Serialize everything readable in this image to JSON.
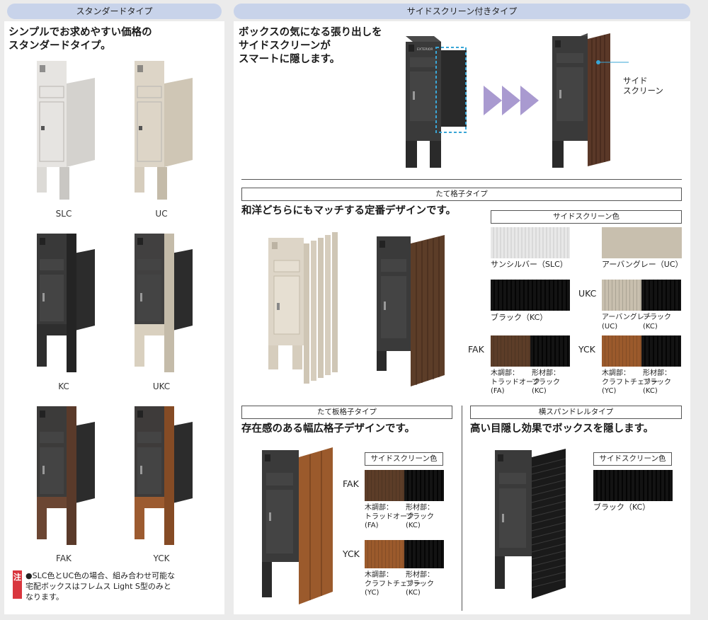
{
  "left": {
    "header": "スタンダードタイプ",
    "lead": [
      "シンプルでお求めやすい価格の",
      "スタンダードタイプ。"
    ],
    "products": [
      {
        "code": "SLC",
        "body": "#e6e4e1",
        "side": "#d4d2ce",
        "post": "#dcdad6",
        "post_side": "#c9c7c3",
        "screen": ""
      },
      {
        "code": "UC",
        "body": "#ddd5c7",
        "side": "#cfc6b5",
        "post": "#d6cdbd",
        "post_side": "#c4bba9",
        "screen": ""
      },
      {
        "code": "KC",
        "body": "#3a3a3a",
        "side": "#2c2c2c",
        "post": "#2e2e2e",
        "post_side": "#242424",
        "screen": ""
      },
      {
        "code": "UKC",
        "body": "#3a3a3a",
        "side": "#2c2c2c",
        "post": "#d9d0bf",
        "post_side": "#c4bba9",
        "screen": ""
      },
      {
        "code": "FAK",
        "body": "#3a3a3a",
        "side": "#2c2c2c",
        "post": "#6b4633",
        "post_side": "#5a3a2a",
        "screen": ""
      },
      {
        "code": "YCK",
        "body": "#3a3a3a",
        "side": "#2c2c2c",
        "post": "#9c5b30",
        "post_side": "#854b25",
        "screen": ""
      }
    ],
    "note_mark": "注",
    "note": [
      "●SLC色とUC色の場合、組み合わせ可能な",
      "宅配ボックスはフレムス Light S型のみと",
      "なります。"
    ]
  },
  "right": {
    "header": "サイドスクリーン付きタイプ",
    "lead": [
      "ボックスの気になる張り出しを",
      "サイドスクリーンが",
      "スマートに隠します。"
    ],
    "callout": [
      "サイド",
      "スクリーン"
    ],
    "logo_text": "EXTERIOR",
    "vertical_lattice": {
      "title": "たて格子タイプ",
      "lead": "和洋どちらにもマッチする定番デザインです。",
      "color_title": "サイドスクリーン色",
      "colors": [
        {
          "name": "サンシルバー（SLC）",
          "color": "#e2e2e2"
        },
        {
          "name": "アーバングレー（UC）",
          "color": "#c8bfae"
        },
        {
          "name": "ブラック（KC）",
          "color": "#111111"
        }
      ],
      "combos": [
        {
          "code": "UKC",
          "left_color": "#c8bfae",
          "right_color": "#111111",
          "left_label": [
            "アーバングレー",
            "(UC)"
          ],
          "right_label": [
            "ブラック",
            "(KC)"
          ]
        },
        {
          "code": "FAK",
          "left_color": "#5c3d28",
          "right_color": "#111111",
          "left_label": [
            "木調部：",
            "トラッドオーク",
            "(FA)"
          ],
          "right_label": [
            "形材部：",
            "ブラック",
            "(KC)"
          ]
        },
        {
          "code": "YCK",
          "left_color": "#9b5a2c",
          "right_color": "#111111",
          "left_label": [
            "木調部：",
            "クラフトチェリー",
            "(YC)"
          ],
          "right_label": [
            "形材部：",
            "ブラック",
            "(KC)"
          ]
        }
      ]
    },
    "board_lattice": {
      "title": "たて板格子タイプ",
      "lead": "存在感のある幅広格子デザインです。",
      "color_title": "サイドスクリーン色",
      "combos": [
        {
          "code": "FAK",
          "left_color": "#5c3d28",
          "right_color": "#111111",
          "left_label": [
            "木調部：",
            "トラッドオーク",
            "(FA)"
          ],
          "right_label": [
            "形材部：",
            "ブラック",
            "(KC)"
          ]
        },
        {
          "code": "YCK",
          "left_color": "#9b5a2c",
          "right_color": "#111111",
          "left_label": [
            "木調部：",
            "クラフトチェリー",
            "(YC)"
          ],
          "right_label": [
            "形材部：",
            "ブラック",
            "(KC)"
          ]
        }
      ]
    },
    "spandrel": {
      "title": "横スパンドレルタイプ",
      "lead": "高い目隠し効果でボックスを隠します。",
      "color_title": "サイドスクリーン色",
      "color": {
        "name": "ブラック（KC）",
        "color": "#111111"
      }
    },
    "arrow_color": "#a99ad0",
    "dash_color": "#3aa6d6"
  }
}
